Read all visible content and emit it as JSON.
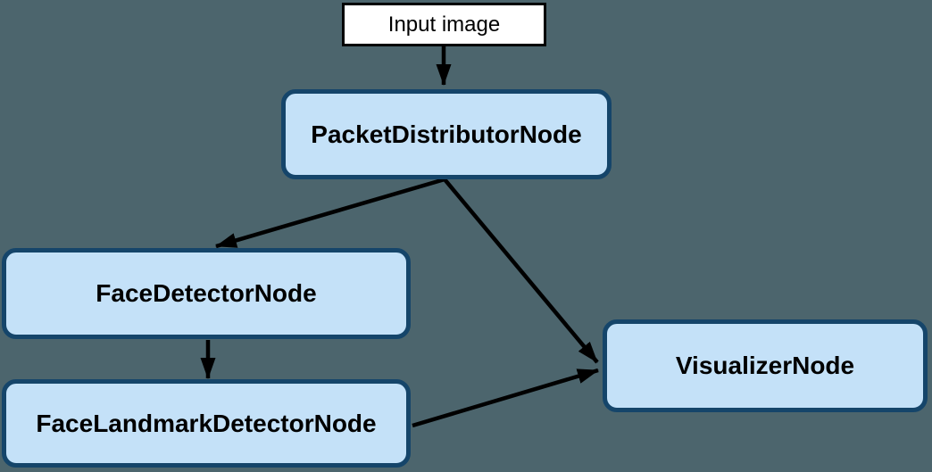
{
  "diagram": {
    "title": "face detection pipeline graph",
    "background_color": "#4c656d",
    "colors": {
      "process_node_fill": "#c4e1f8",
      "process_node_border": "#15456a",
      "io_node_fill": "#ffffff",
      "io_node_border": "#000000",
      "edge_color": "#000000",
      "text_color": "#000000"
    },
    "nodes": [
      {
        "id": "input-image",
        "label": "Input image",
        "type": "io"
      },
      {
        "id": "packet-distributor",
        "label": "PacketDistributorNode",
        "type": "process"
      },
      {
        "id": "face-detector",
        "label": "FaceDetectorNode",
        "type": "process"
      },
      {
        "id": "face-landmark-detector",
        "label": "FaceLandmarkDetectorNode",
        "type": "process"
      },
      {
        "id": "visualizer",
        "label": "VisualizerNode",
        "type": "process"
      }
    ],
    "edges": [
      {
        "from": "input-image",
        "to": "packet-distributor"
      },
      {
        "from": "packet-distributor",
        "to": "face-detector"
      },
      {
        "from": "packet-distributor",
        "to": "visualizer"
      },
      {
        "from": "face-detector",
        "to": "face-landmark-detector"
      },
      {
        "from": "face-landmark-detector",
        "to": "visualizer"
      }
    ]
  }
}
